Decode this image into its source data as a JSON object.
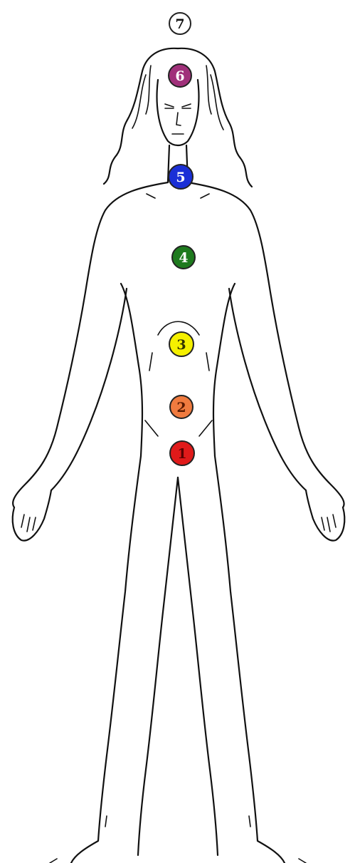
{
  "chakras": [
    {
      "number": "1",
      "fill": "#e01a1a",
      "text_color": "#5a0000"
    },
    {
      "number": "2",
      "fill": "#f07b3f",
      "text_color": "#5a1a00"
    },
    {
      "number": "3",
      "fill": "#f5f000",
      "text_color": "#333300"
    },
    {
      "number": "4",
      "fill": "#1e7a1e",
      "text_color": "#ffffff"
    },
    {
      "number": "5",
      "fill": "#1a2fd6",
      "text_color": "#ffffff"
    },
    {
      "number": "6",
      "fill": "#a0307a",
      "text_color": "#ffffff"
    },
    {
      "number": "7",
      "fill": "#ffffff",
      "text_color": "#111111"
    }
  ],
  "colors": {
    "outline": "#111111",
    "background": "#ffffff"
  }
}
